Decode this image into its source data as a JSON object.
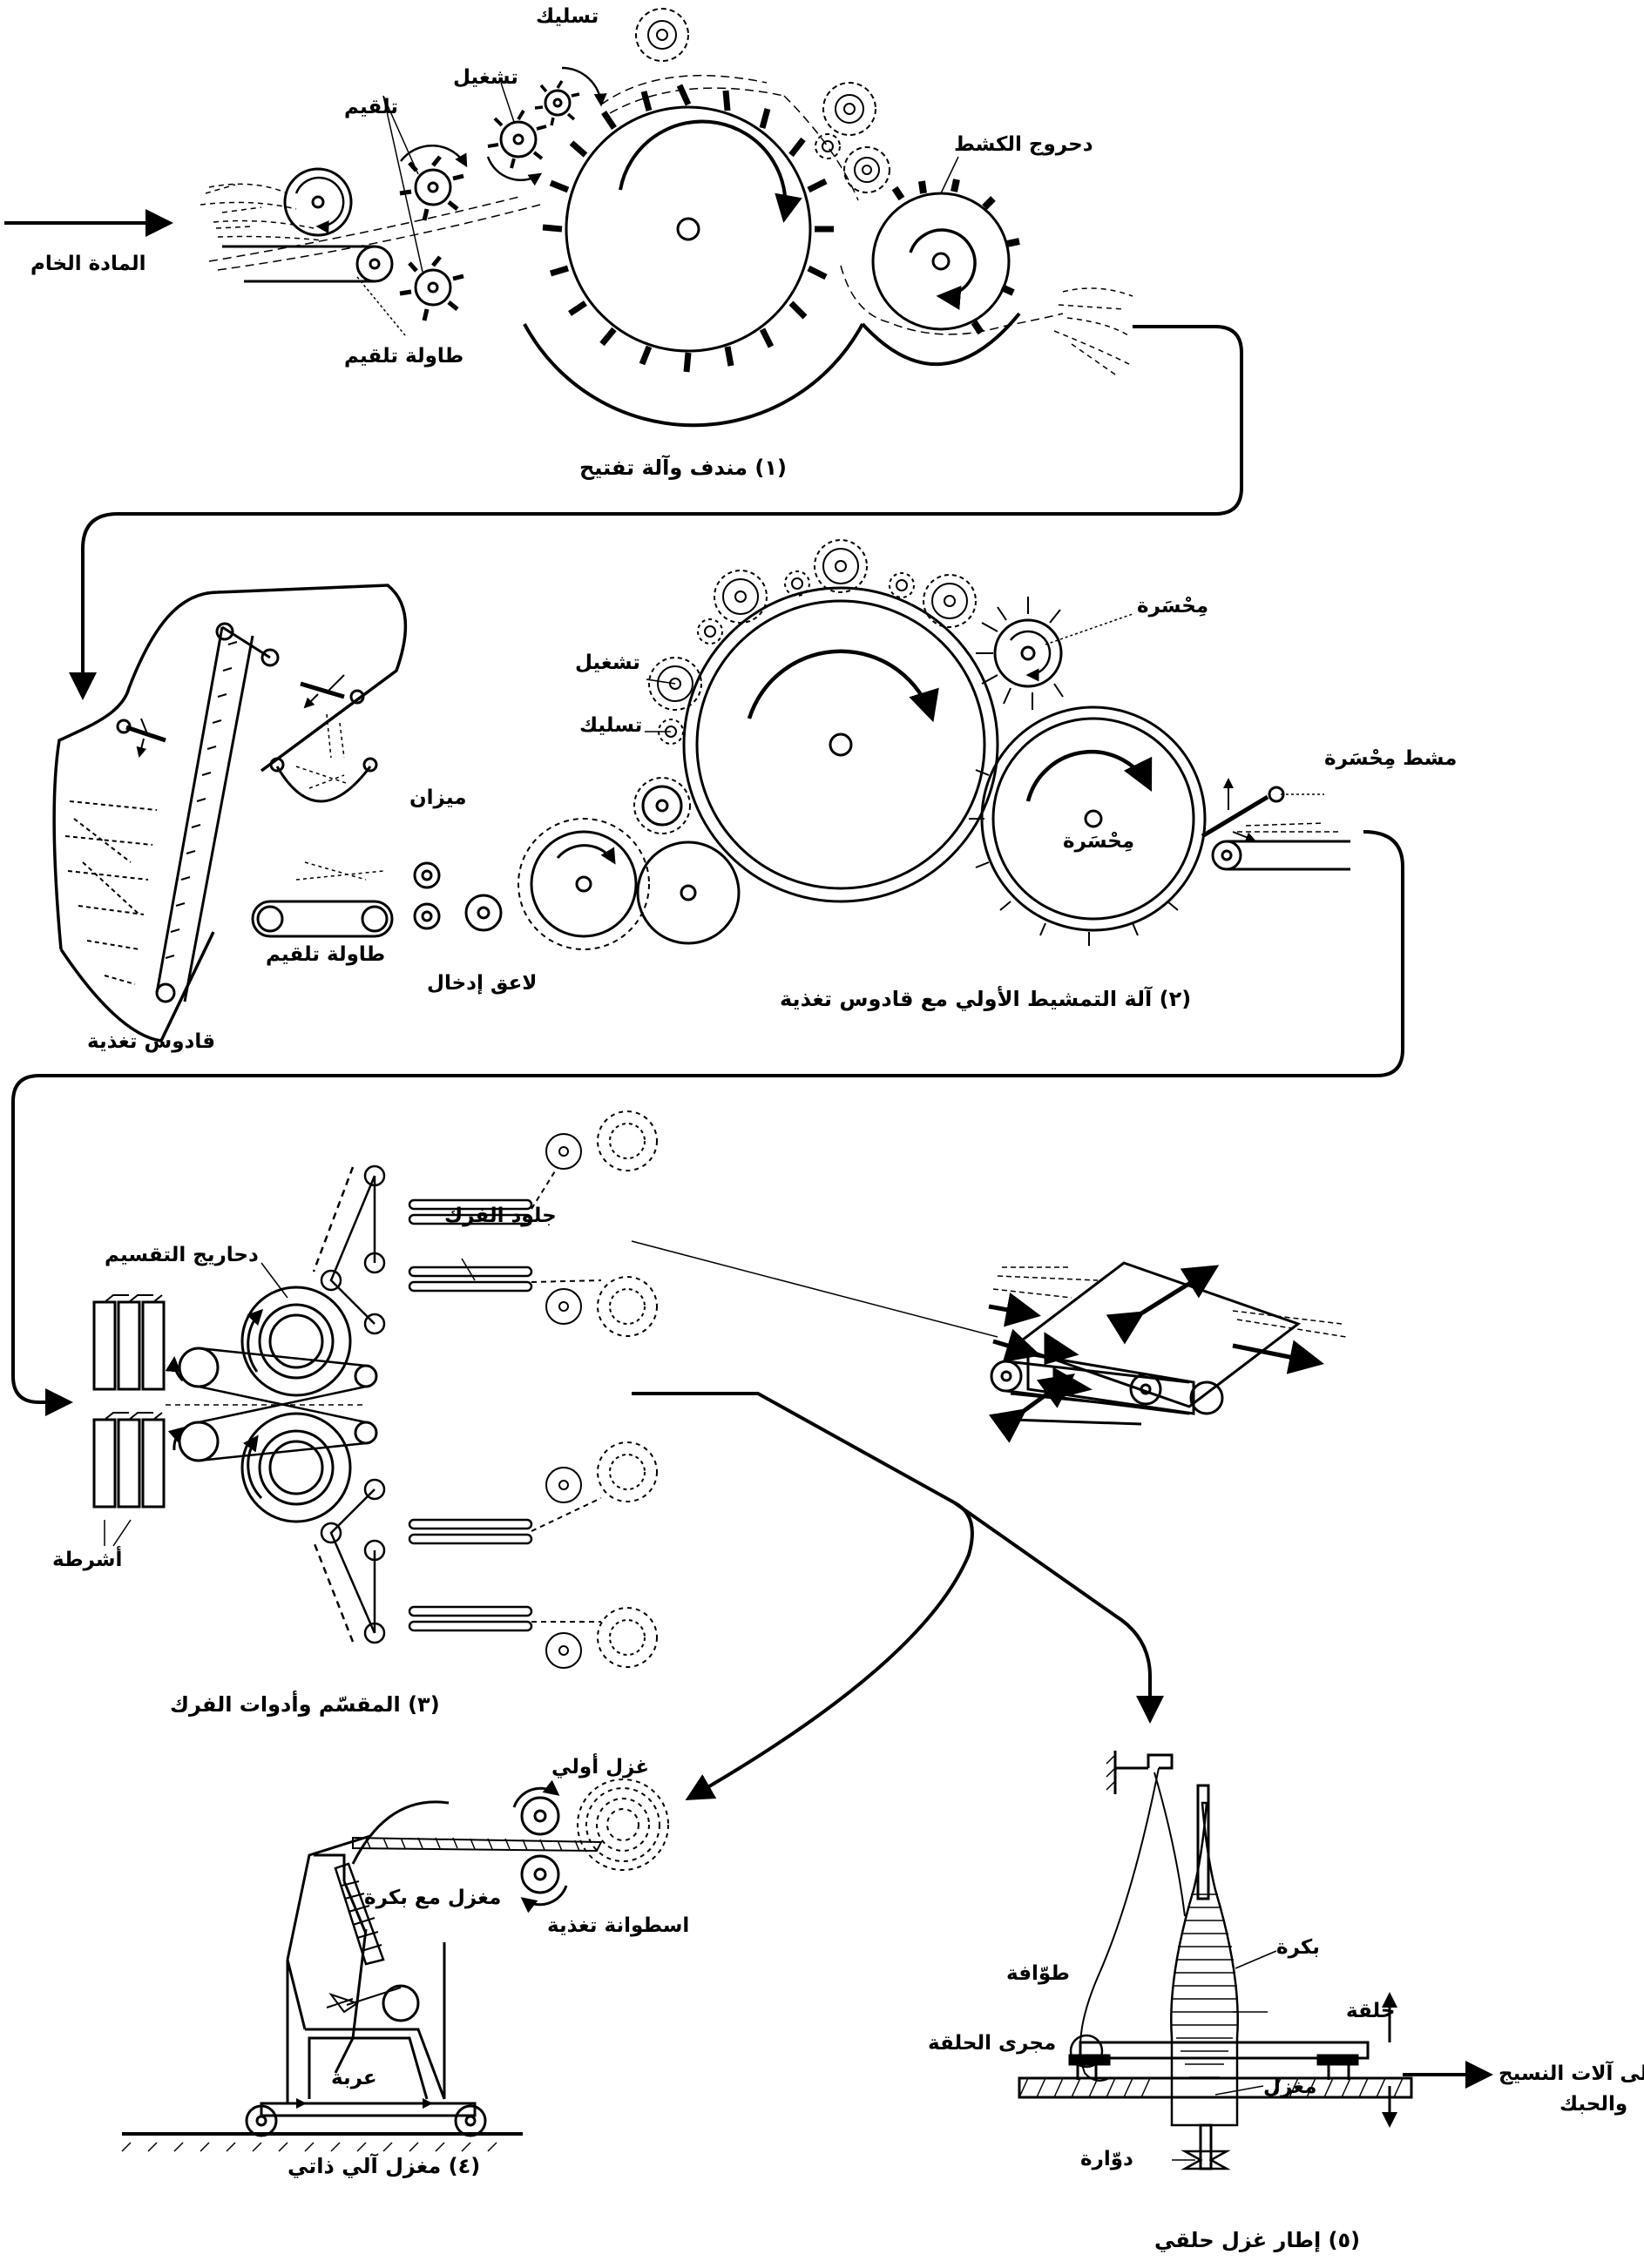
{
  "labels": {
    "raw_material": "المادة الخام",
    "feed_table_1": "طاولة تلقيم",
    "feed_rollers_1": "تلقيم",
    "worker": "تشغيل",
    "stripper": "تسليك",
    "doffer_1": "دحروج الكشط",
    "caption_1": "(١) مندف وآلة تفتيح",
    "hopper": "قادوس تغذية",
    "scale": "ميزان",
    "feed_table_2": "طاولة تلقيم",
    "licker_in": "لاعق إدخال",
    "worker_2": "تشغيل",
    "stripper_2": "تسليك",
    "doffer_2a": "مِحْسَرة",
    "doffer_2b": "مِحْسَرة",
    "doffer_comb": "مشط مِحْسَرة",
    "caption_2": "(٢) آلة التمشيط الأولي مع قادوس تغذية",
    "dividing_rollers": "دحاريج التقسيم",
    "rubbing_leathers": "جلود الفرك",
    "strips": "أشرطة",
    "caption_3": "(٣) المقسّم وأدوات الفرك",
    "roving": "غزل أولي",
    "feed_cylinder": "اسطوانة تغذية",
    "spindle_bobbin": "مغزل مع بكرة",
    "carriage": "عربة",
    "caption_4": "(٤) مغزل آلي ذاتي",
    "bobbin": "بكرة",
    "traveller": "طوّافة",
    "ring": "حلقة",
    "ring_rail": "مجرى الحلقة",
    "spindle": "مغزل",
    "whorl": "دوّارة",
    "to_machines": "إلى آلات النسيج",
    "to_machines_2": "والحبك",
    "caption_5": "(٥) إطار غزل حلقي"
  }
}
